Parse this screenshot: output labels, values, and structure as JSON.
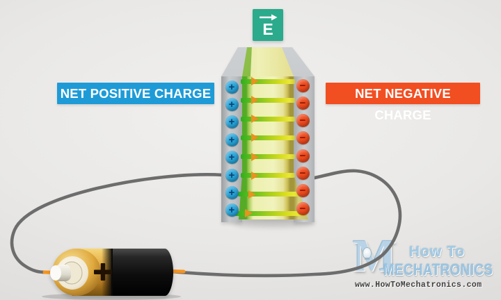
{
  "efield": {
    "symbol": "E",
    "box_color": "#2baa8c"
  },
  "labels": {
    "net_positive": {
      "text": "NET POSITIVE CHARGE",
      "bg": "#1e9bd7"
    },
    "net_negative": {
      "text": "NET NEGATIVE CHARGE",
      "bg": "#f14e22"
    }
  },
  "capacitor": {
    "positive": {
      "symbol": "+",
      "count": 8,
      "color": "#27a5da"
    },
    "negative": {
      "symbol": "−",
      "count": 8,
      "color": "#ef4a1d"
    },
    "field_lines": {
      "count": 8,
      "arrow_color": "#e8921f"
    },
    "plate_color": "#bcbfc1",
    "dielectric_color": "#eef0b5",
    "dielectric_edge_green": "#55ab26"
  },
  "battery": {
    "terminal_symbol": "+",
    "body_color": "#141414",
    "cap_color": "#d89a35"
  },
  "wire_color": "#6d6d6d",
  "watermark": {
    "logo_letter": "M",
    "line1": "How To",
    "line2": "MECHATRONICS",
    "url": "www.HowToMechatronics.com"
  }
}
